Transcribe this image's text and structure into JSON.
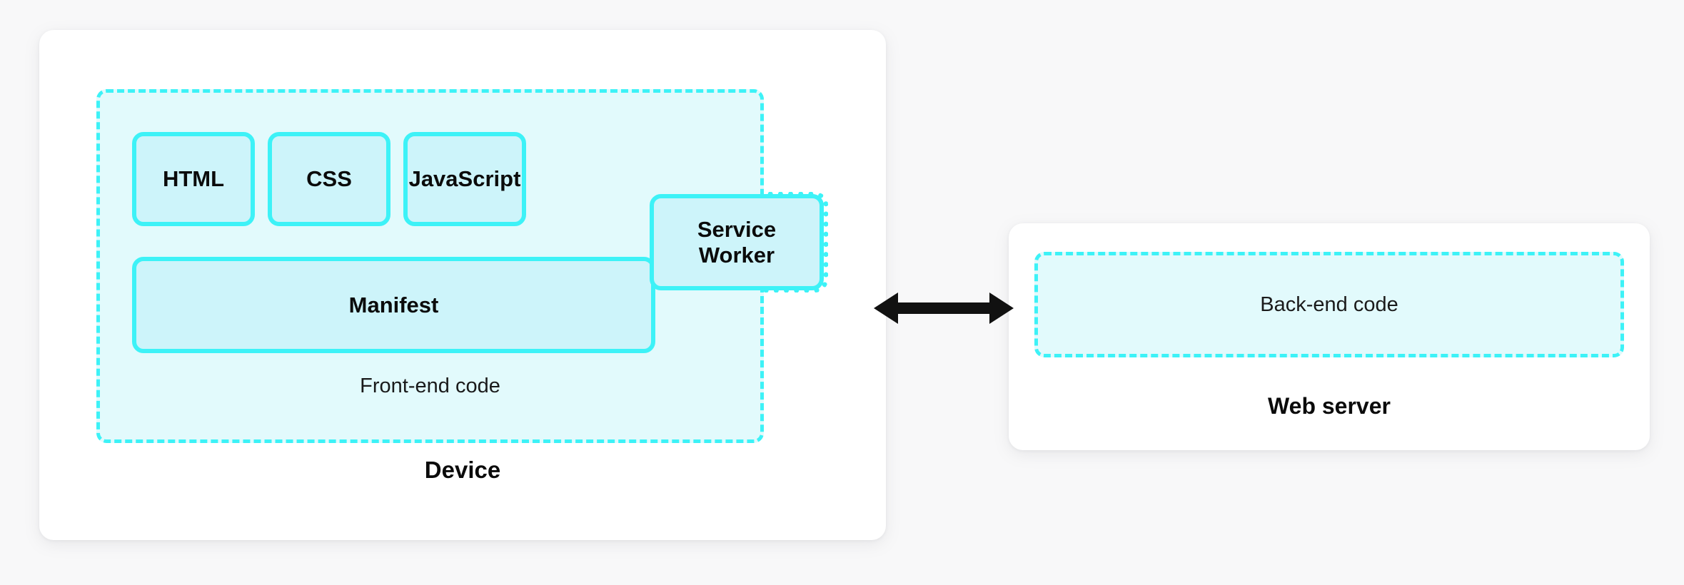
{
  "diagram": {
    "title_implicit": "Progressive Web App architecture",
    "background_color": "#f8f8f9",
    "accent_color": "#3df2f7",
    "group_fill_color": "#e2fafc",
    "box_fill_color": "#cdf4fa",
    "text_color": "#0b0b0b"
  },
  "device": {
    "caption": "Device",
    "frontend": {
      "caption": "Front-end code",
      "boxes": [
        {
          "label": "HTML"
        },
        {
          "label": "CSS"
        },
        {
          "label": "JavaScript"
        },
        {
          "label": "Manifest"
        }
      ],
      "service_worker": {
        "label": "Service\nWorker",
        "line1": "Service",
        "line2": "Worker"
      }
    }
  },
  "server": {
    "caption": "Web server",
    "backend": {
      "caption": "Back-end code"
    }
  },
  "connector": {
    "name": "bidirectional-arrow",
    "direction": "both",
    "color": "#111111"
  }
}
